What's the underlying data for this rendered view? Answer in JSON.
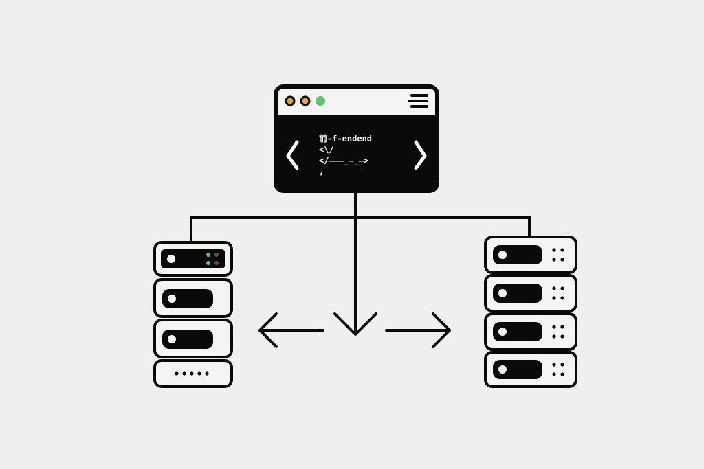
{
  "colors": {
    "background": "#efefed",
    "ink": "#0a0a0a",
    "panel": "#f4f4f2",
    "dot_orange": "#e8a630",
    "dot_green": "#5ac86e",
    "led_green": "#5ac86e"
  },
  "browser_window": {
    "traffic_lights": [
      "orange",
      "orange",
      "green"
    ],
    "menu_icon": "hamburger-icon",
    "nav_left_icon": "chevron-left-icon",
    "nav_right_icon": "chevron-right-icon",
    "code_lines": [
      "前-f-endend",
      "<\\/",
      "</———_—_—>",
      ","
    ]
  },
  "servers": {
    "left": {
      "unit_count": 4,
      "status_leds": "green"
    },
    "right": {
      "unit_count": 4
    }
  },
  "arrows": [
    "arrow-left-icon",
    "arrow-down-icon",
    "arrow-right-icon"
  ]
}
